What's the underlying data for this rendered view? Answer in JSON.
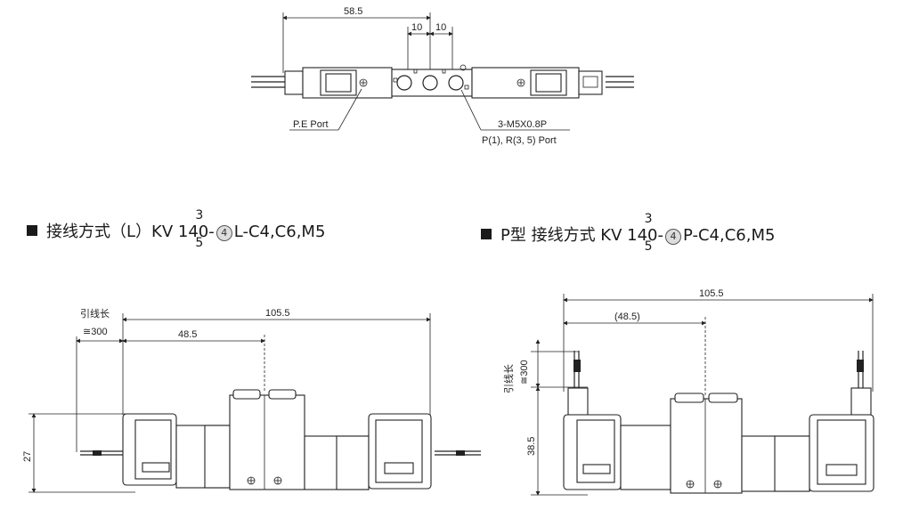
{
  "top_drawing": {
    "dims": [
      "58.5",
      "10",
      "10"
    ],
    "labels": {
      "pe_port": "P.E Port",
      "thread": "3-M5X0.8P",
      "ports": "P(1),  R(3,  5)  Port"
    }
  },
  "left_section": {
    "heading_main": "接线方式（L）KV 1",
    "heading_sup": "3",
    "heading_mid": "4",
    "heading_sub": "5",
    "heading_zero": "0-",
    "heading_circle": "4",
    "heading_tail": "L-C4,C6,M5",
    "lead_label": "引线长",
    "lead_value": "≅300",
    "dims": [
      "105.5",
      "48.5",
      "27"
    ]
  },
  "right_section": {
    "heading_main": "P型  接线方式  KV 1",
    "heading_sup": "3",
    "heading_mid": "4",
    "heading_sub": "5",
    "heading_zero": "0-",
    "heading_circle": "4",
    "heading_tail": "P-C4,C6,M5",
    "lead_label": "引线长",
    "lead_value": "≅300",
    "dims": [
      "105.5",
      "(48.5)",
      "38.5"
    ]
  }
}
